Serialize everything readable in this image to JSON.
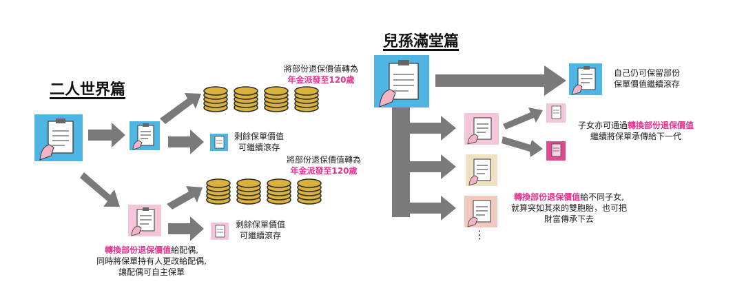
{
  "sections": {
    "couple_title": "二人世界篇",
    "family_title": "兒孫滿堂篇"
  },
  "couple": {
    "top_annuity": {
      "line1": "將部份退保價值轉為",
      "highlight": "年金派發至120歲"
    },
    "top_remaining": {
      "line1": "剩餘保單價值",
      "line2": "可繼續滾存"
    },
    "bottom_annuity": {
      "line1": "將部份退保價值轉為",
      "highlight": "年金派發至120歲"
    },
    "bottom_remaining": {
      "line1": "剩餘保單價值",
      "line2": "可繼續滾存"
    },
    "transfer_note": {
      "highlight": "轉換部份退保價值",
      "line1_rest": "給配偶,",
      "line2": "同時將保單持有人更改給配偶,",
      "line3": "讓配偶可自主保單"
    }
  },
  "family": {
    "keep_note": {
      "line1": "自己仍可保留部份",
      "line2": "保單價值繼續滾存"
    },
    "children_note": {
      "line1_pre": "子女亦可通過",
      "highlight": "轉換部份退保價值",
      "line2": "繼續將保單承傳給下一代"
    },
    "split_note": {
      "highlight": "轉換部份退保價值",
      "line1_rest": "給不同子女,",
      "line2": "就算突如其來的雙胞胎，也可把",
      "line3": "財富傳承下去"
    },
    "more_indicator": "⋮"
  },
  "icons": {
    "policy": "insurance-policy-icon",
    "coins": "coin-stack-icon",
    "arrow": "arrow-icon"
  },
  "colors": {
    "highlight": "#e8338f",
    "arrow": "#7a7a7a",
    "blue_card": "#4fb6e3",
    "pink_card": "#f3c6da",
    "beige_card": "#efe2c4",
    "salmon_card": "#f0c9bf",
    "magenta_card": "#e04a90",
    "coin": "#d9b13b"
  }
}
